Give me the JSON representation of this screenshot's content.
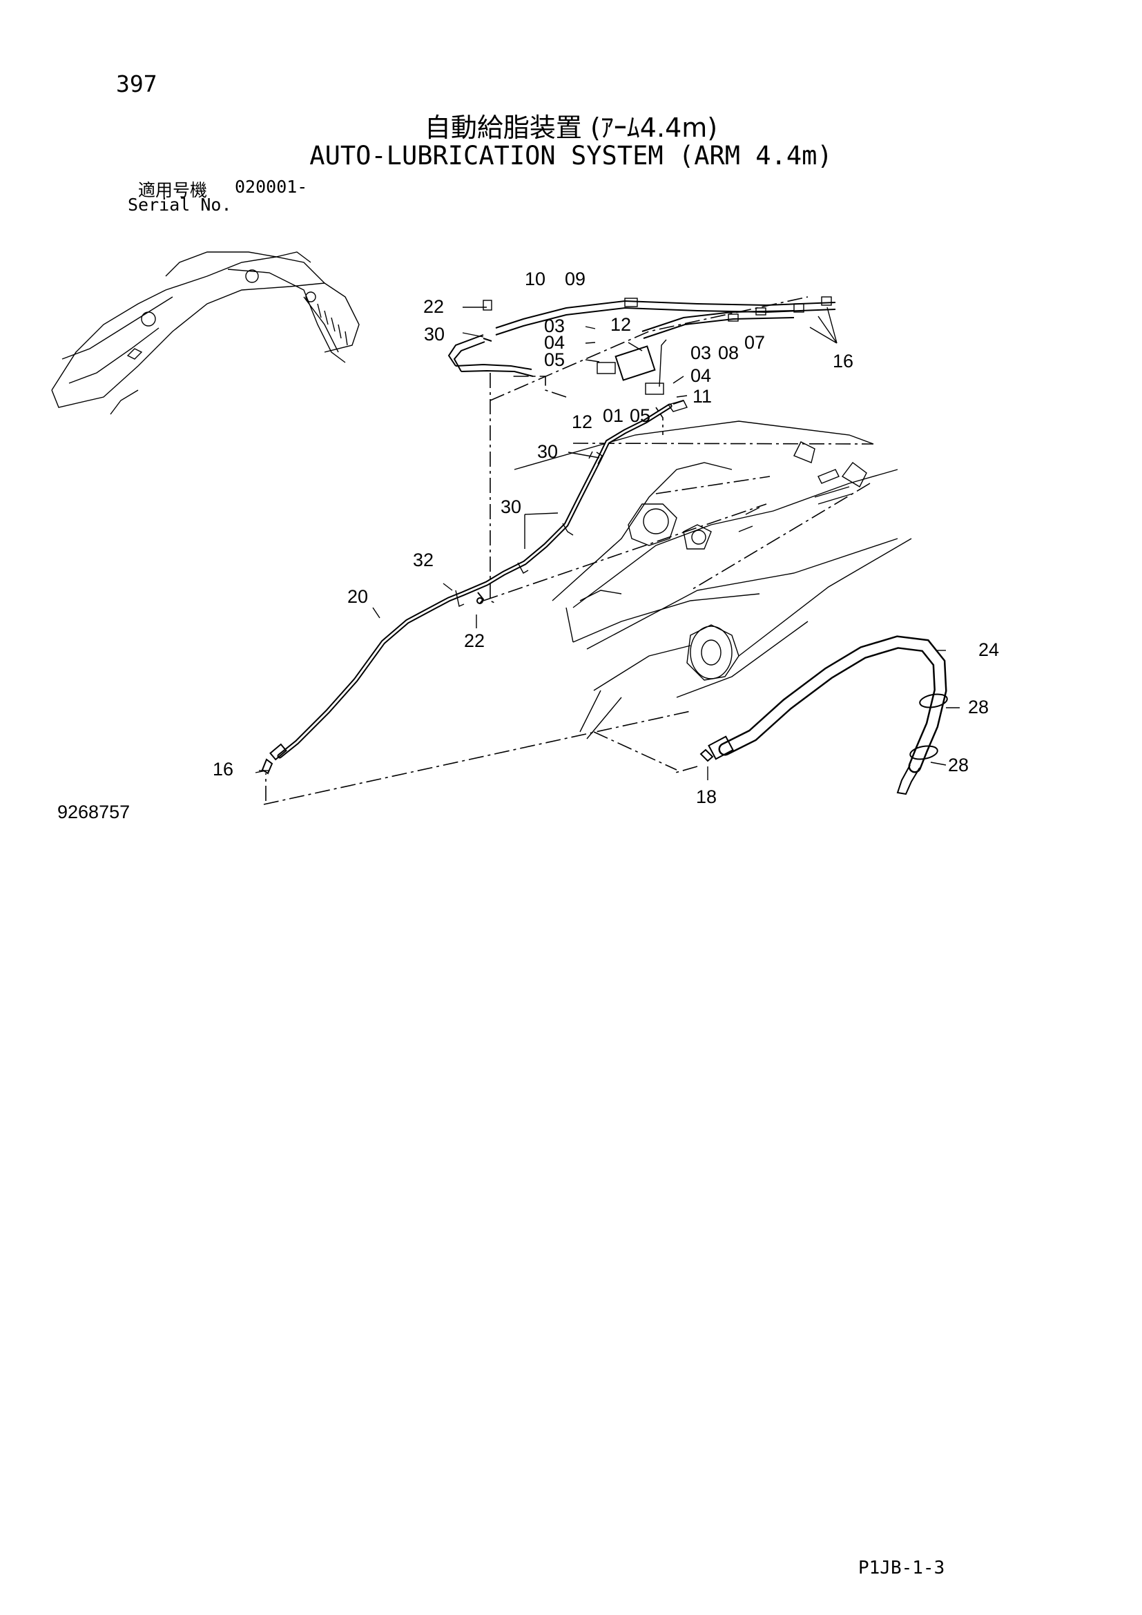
{
  "page": {
    "number": "397",
    "title_ja": "自動給脂装置 (ｱｰﾑ4.4m)",
    "title_en": "AUTO-LUBRICATION SYSTEM (ARM 4.4m)",
    "serial_label_ja": "適用号機",
    "serial_value": "020001-",
    "serial_label_en": "Serial No.",
    "figure_number": "9268757",
    "page_code": "P1JB-1-3"
  },
  "callouts": [
    {
      "id": "c-10",
      "text": "10"
    },
    {
      "id": "c-09",
      "text": "09"
    },
    {
      "id": "c-22a",
      "text": "22"
    },
    {
      "id": "c-30a",
      "text": "30"
    },
    {
      "id": "c-03a",
      "text": "03"
    },
    {
      "id": "c-12a",
      "text": "12"
    },
    {
      "id": "c-04a",
      "text": "04"
    },
    {
      "id": "c-05a",
      "text": "05"
    },
    {
      "id": "c-03b",
      "text": "03"
    },
    {
      "id": "c-08",
      "text": "08"
    },
    {
      "id": "c-07",
      "text": "07"
    },
    {
      "id": "c-16a",
      "text": "16"
    },
    {
      "id": "c-04b",
      "text": "04"
    },
    {
      "id": "c-11",
      "text": "11"
    },
    {
      "id": "c-12b",
      "text": "12"
    },
    {
      "id": "c-01",
      "text": "01"
    },
    {
      "id": "c-05b",
      "text": "05"
    },
    {
      "id": "c-30b",
      "text": "30"
    },
    {
      "id": "c-30c",
      "text": "30"
    },
    {
      "id": "c-32",
      "text": "32"
    },
    {
      "id": "c-20",
      "text": "20"
    },
    {
      "id": "c-22b",
      "text": "22"
    },
    {
      "id": "c-24",
      "text": "24"
    },
    {
      "id": "c-28a",
      "text": "28"
    },
    {
      "id": "c-28b",
      "text": "28"
    },
    {
      "id": "c-16b",
      "text": "16"
    },
    {
      "id": "c-18",
      "text": "18"
    }
  ]
}
